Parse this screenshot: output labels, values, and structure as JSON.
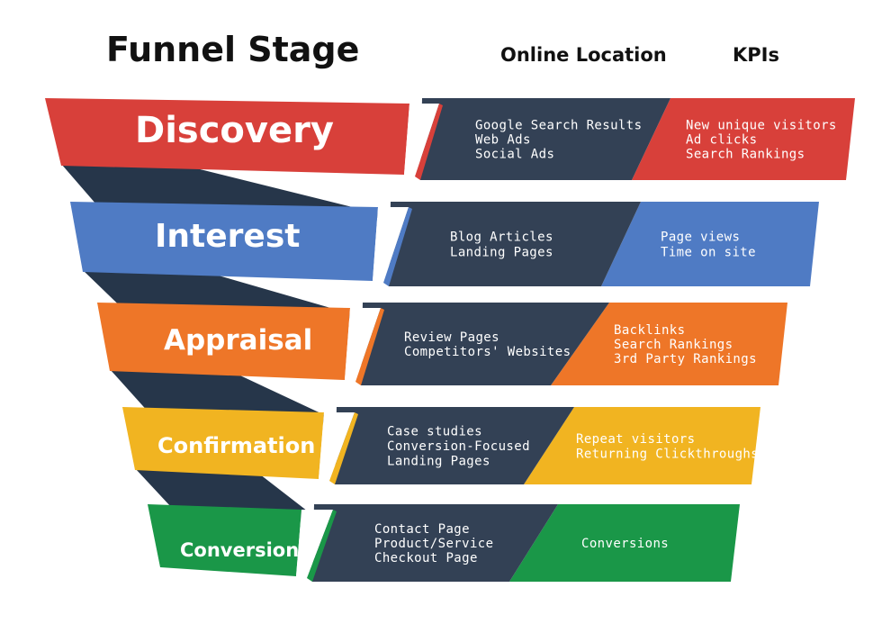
{
  "headers": {
    "stage": "Funnel Stage",
    "location": "Online Location",
    "kpis": "KPIs"
  },
  "colors": {
    "connector": "#26364a",
    "location_panel": "#334155",
    "tab": "#ffffff"
  },
  "stages": [
    {
      "label": "Discovery",
      "color": "#d8403a",
      "locations": [
        "Google Search Results",
        "Web Ads",
        "Social Ads"
      ],
      "kpis": [
        "New unique visitors",
        "Ad clicks",
        "Search Rankings"
      ]
    },
    {
      "label": "Interest",
      "color": "#4f7bc4",
      "locations": [
        "Blog Articles",
        "Landing Pages"
      ],
      "kpis": [
        "Page views",
        "Time on site"
      ]
    },
    {
      "label": "Appraisal",
      "color": "#ee7628",
      "locations": [
        "Review Pages",
        "Competitors' Websites"
      ],
      "kpis": [
        "Backlinks",
        "Search Rankings",
        "3rd Party Rankings"
      ]
    },
    {
      "label": "Confirmation",
      "color": "#f1b421",
      "locations": [
        "Case studies",
        "Conversion-Focused",
        "Landing Pages"
      ],
      "kpis": [
        "Repeat visitors",
        "Returning Clickthroughs"
      ]
    },
    {
      "label": "Conversion",
      "color": "#1a9748",
      "locations": [
        "Contact Page",
        "Product/Service",
        "Checkout Page"
      ],
      "kpis": [
        "Conversions"
      ]
    }
  ]
}
